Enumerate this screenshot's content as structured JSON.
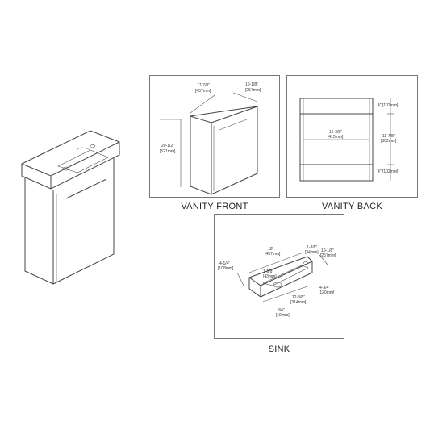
{
  "captions": {
    "front": "VANITY FRONT",
    "back": "VANITY BACK",
    "sink": "SINK"
  },
  "front_dims": {
    "width": "17-7/8\"",
    "width_mm": "[457mm]",
    "depth": "10-1/8\"",
    "depth_mm": "[257mm]",
    "height": "20-1/2\"",
    "height_mm": "[521mm]"
  },
  "back_dims": {
    "top_gap": "4\" [102mm]",
    "width": "16-3/8\"",
    "width_mm": "[415mm]",
    "middle": "11-7/8\"",
    "middle_mm": "[302mm]",
    "bottom_gap": "4\" [102mm]"
  },
  "sink_dims": {
    "length": "18\"",
    "length_mm": "[457mm]",
    "faucet": "1-3/8\"",
    "faucet_mm": "[34mm]",
    "depth": "10-1/8\"",
    "depth_mm": "[257mm]",
    "height": "4-1/4\"",
    "height_mm": "[108mm]",
    "drain": "1-5/8\"",
    "drain_mm": "[43mm]",
    "basin_depth": "4-3/4\"",
    "basin_depth_mm": "[120mm]",
    "basin_len": "12-3/8\"",
    "basin_len_mm": "[314mm]",
    "lip": "3/4\"",
    "lip_mm": "[19mm]"
  },
  "colors": {
    "line": "#444444",
    "border": "#777777",
    "background": "#ffffff"
  }
}
